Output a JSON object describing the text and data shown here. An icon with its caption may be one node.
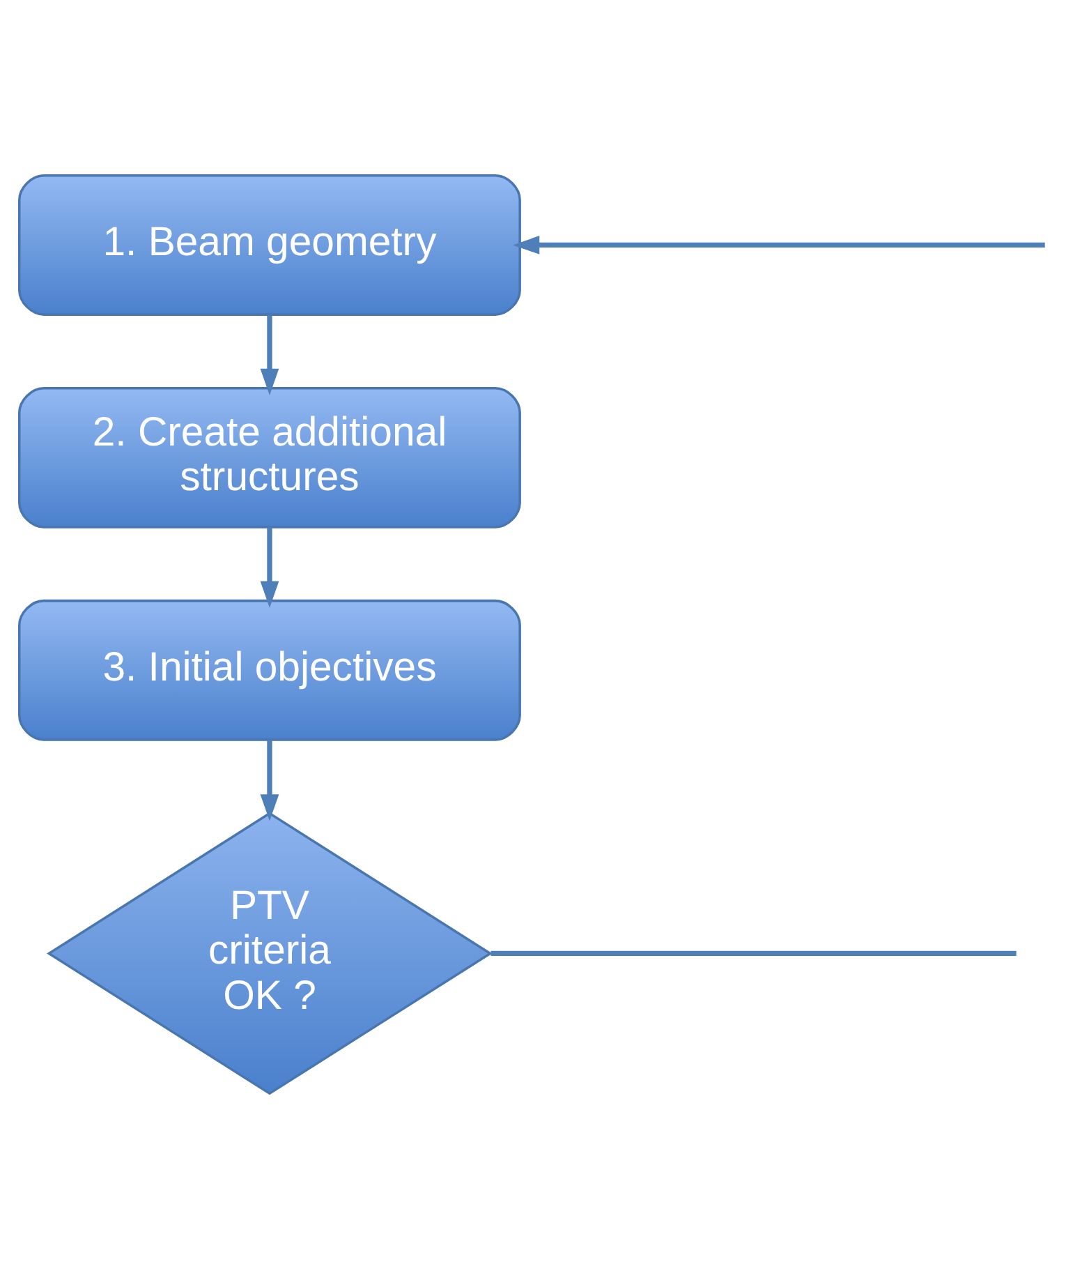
{
  "diagram": {
    "nodes": [
      {
        "text": [
          "1. Beam geometry"
        ]
      },
      {
        "text": [
          "2. Create additional structures"
        ]
      },
      {
        "text": [
          "3. Initial objectives"
        ]
      },
      {
        "text": [
          "PTV criteria OK ?"
        ]
      }
    ],
    "edges": [
      {
        "from": 0,
        "to": 1,
        "arrow": "to"
      },
      {
        "from": 1,
        "to": 2,
        "arrow": "to"
      },
      {
        "from": 2,
        "to": 3,
        "arrow": "to"
      },
      {
        "from": null,
        "to": 0,
        "arrow": "to"
      },
      {
        "from": 3,
        "to": null,
        "arrow": "none"
      }
    ]
  }
}
